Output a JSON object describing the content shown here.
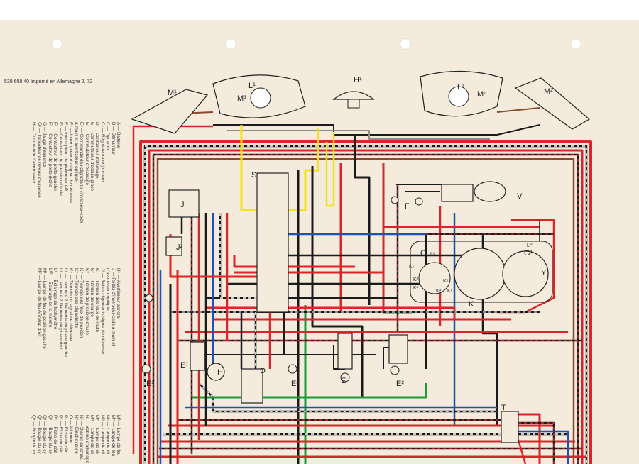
{
  "document": {
    "print_reference": "539.608.40 Imprimé en Allemagne 2. 72"
  },
  "legend_a": [
    "A — Batterie",
    "B — Démarreur",
    "C — Dynamo",
    "C¹ — Régulateur-conjoncteur",
    "D — Contacteur d'allumage",
    "E — Commutateur d'essuie-glace",
    "E¹ — Commutateur d'éclairage",
    "E² — Commande des clignotants (inverseur-code",
    "      à main et avertisseur optique)",
    "E³ — Interrupteur du signal de détresse",
    "F — Interrupteur de plafonnier AR",
    "F¹ — Contacteur de pression d'huile",
    "F² — Contacteur de porte gauche",
    "F³ — Contacteur de porte droite",
    "G — Jauge d'essence",
    "G¹ — Indicateur de niveau d'essence",
    "H — Commande d'avertisseur"
  ],
  "legend_b": [
    "H¹ — Avertisseur sonore",
    "J — Relais d'inverseur-code à main et",
    "      d'avertisseur optique",
    "J² — Relais clignotants/signal de détresse",
    "K¹ — Témoin des feux de route",
    "K² — Témoin de charge",
    "K³ — Témoin de pression d'huile",
    "K⁴ — Témoin des feux de position",
    "K⁵ — Témoin des clignotants",
    "K⁶ — Témoin du signal de détresse",
    "L¹ — Lampe à 2 filaments de phare gauche",
    "L² — Lampe à 2 filaments de phare droit",
    "L⁶ — Éclairage du tachymètre",
    "L¹⁰ — Éclairage de la montre",
    "M¹ — Lampe de feu de position gauche",
    "M² — Lampe de feu AR/stop droit"
  ],
  "legend_c": [
    "M³ — Lampe de feu",
    "M⁴ — Lampe de feu",
    "M⁵ — Lampe de cli",
    "M⁶ — Lampe de cli",
    "M⁷ — Lampe de cli",
    "M⁸ — Lampe de cli",
    "N — Bobine d'allumage",
    "N¹ — Starter automat.",
    "N³ — Électrovanne",
    "O — Allumeur",
    "P¹ — Fiche de câb",
    "P² — Fiche de câb",
    "P³ — Fiche de câb",
    "Q¹ — Bougie du cy",
    "Q² — Bougie du cy",
    "Q³ — Bougie du cy",
    "Q⁴ — Bougie du cy"
  ],
  "component_labels": {
    "M1": "M¹",
    "M3": "M³",
    "L1": "L¹",
    "H1": "H¹",
    "L2": "L²",
    "M4": "M⁴",
    "M2": "M²",
    "S": "S",
    "J": "J",
    "J2": "J²",
    "F": "F",
    "V": "V",
    "G": "G",
    "G1": "G¹",
    "K": "K",
    "K1": "K¹",
    "K2": "K²",
    "K3": "K³",
    "K4": "K⁴",
    "K5": "K⁵",
    "K6": "K⁶",
    "L6": "L⁶",
    "L10": "L¹⁰",
    "Y": "Y",
    "E": "E",
    "E1": "E¹",
    "E2": "E²",
    "E3": "E³",
    "D": "D",
    "H": "H",
    "T": "T"
  },
  "wire_colors": {
    "red": "#d8262b",
    "black": "#1b1b1b",
    "yellow": "#f2e41c",
    "blue": "#2150b8",
    "green": "#1f9a3a",
    "brown": "#8a4a2d",
    "grey": "#8c8c8c",
    "white": "#ffffff"
  }
}
